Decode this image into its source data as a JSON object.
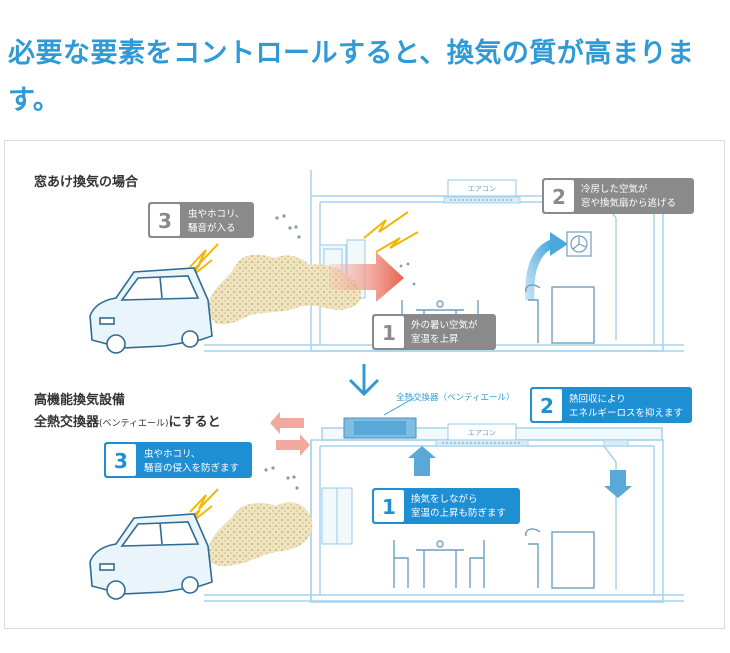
{
  "headline": "必要な要素をコントロールすると、換気の質が高まります。",
  "colors": {
    "accent": "#2f9ad6",
    "grey_badge": "#8a8a8a",
    "blue_badge": "#1f8fd4",
    "room_line": "#a6d3ec",
    "hot_arrow": "#e8604e",
    "dust": "#ead9a4"
  },
  "top": {
    "title": "窓あけ換気の場合",
    "ac_label": "エアコン",
    "callout1": {
      "num": "1",
      "line1": "外の暑い空気が",
      "line2": "室温を上昇"
    },
    "callout2": {
      "num": "2",
      "line1": "冷房した空気が",
      "line2": "窓や換気扇から逃げる"
    },
    "callout3": {
      "num": "3",
      "line1": "虫やホコリ、",
      "line2": "騒音が入る"
    }
  },
  "bottom": {
    "title1": "高機能換気設備",
    "title2a": "全熱交換器",
    "title2b": "(ベンティエール)",
    "title2c": "にすると",
    "unit_label": "全熱交換器（ベンティエール）",
    "ac_label": "エアコン",
    "callout1": {
      "num": "1",
      "line1": "換気をしながら",
      "line2": "室温の上昇も防ぎます"
    },
    "callout2": {
      "num": "2",
      "line1": "熱回収により",
      "line2": "エネルギーロスを抑えます"
    },
    "callout3": {
      "num": "3",
      "line1": "虫やホコリ、",
      "line2": "騒音の侵入を防ぎます"
    }
  }
}
